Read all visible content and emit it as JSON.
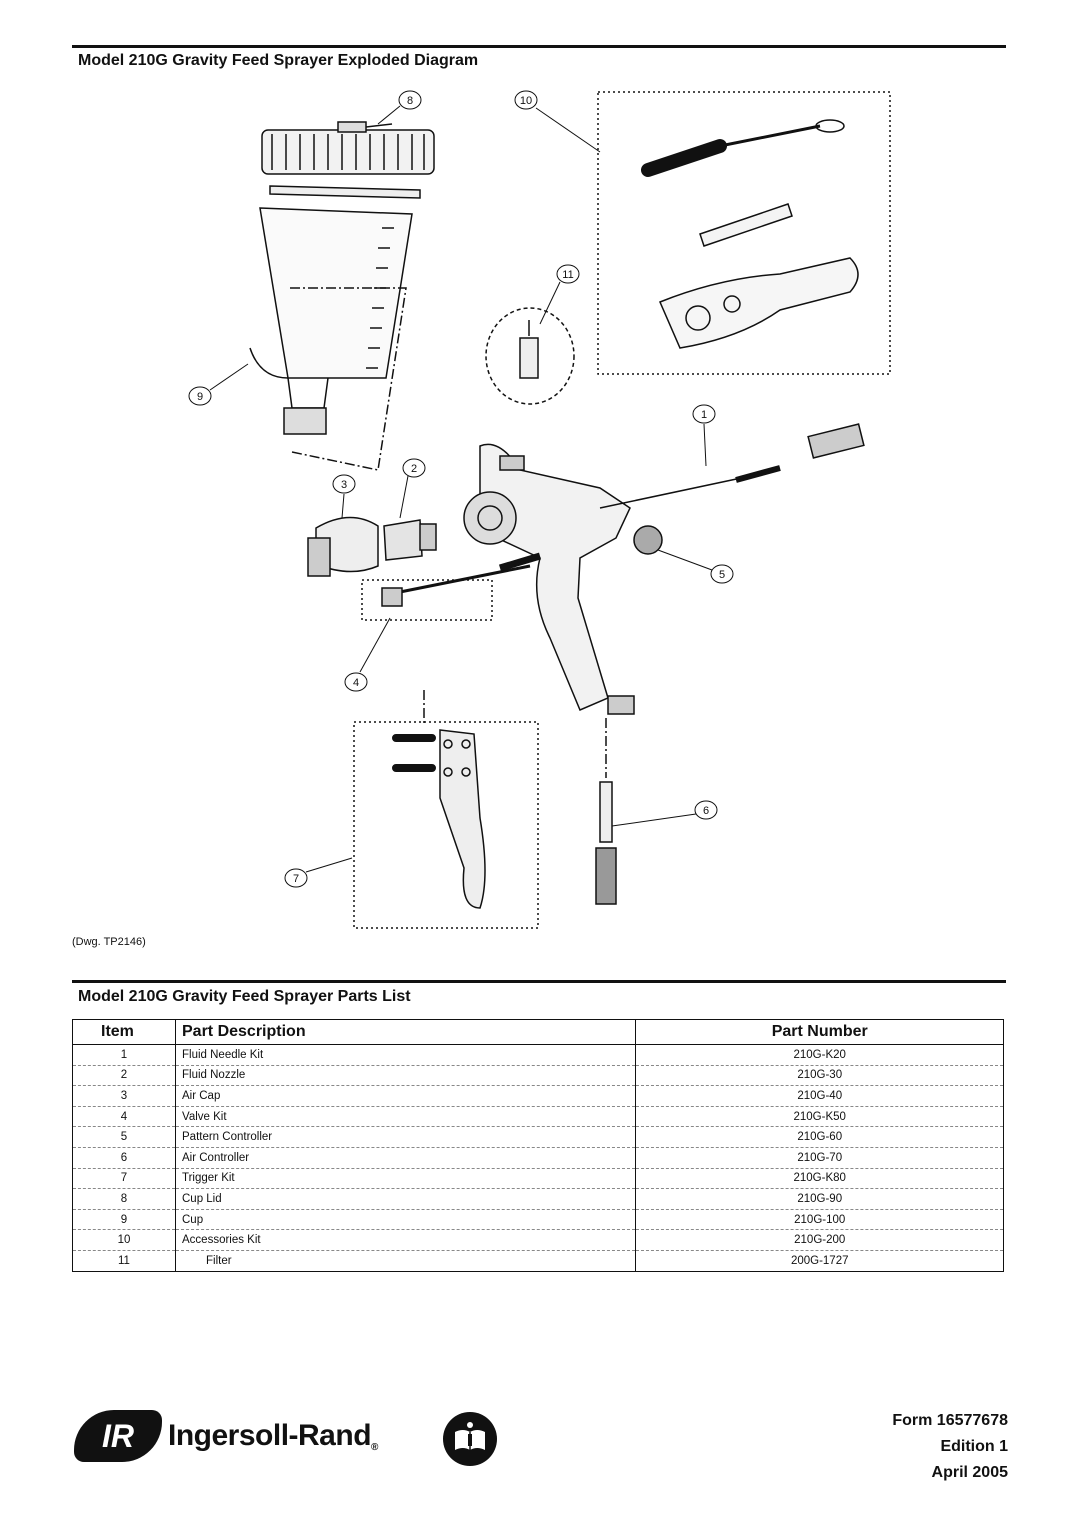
{
  "diagram_section": {
    "title": "Model 210G Gravity Feed Sprayer Exploded Diagram",
    "drawing_ref": "(Dwg. TP2146)",
    "callouts": [
      "1",
      "2",
      "3",
      "4",
      "5",
      "6",
      "7",
      "8",
      "9",
      "10",
      "11"
    ]
  },
  "parts_section": {
    "title": "Model 210G Gravity Feed Sprayer Parts List",
    "headers": {
      "item": "Item",
      "description": "Part Description",
      "number": "Part Number"
    },
    "rows": [
      {
        "item": "1",
        "description": "Fluid Needle Kit",
        "number": "210G-K20"
      },
      {
        "item": "2",
        "description": "Fluid Nozzle",
        "number": "210G-30"
      },
      {
        "item": "3",
        "description": "Air Cap",
        "number": "210G-40"
      },
      {
        "item": "4",
        "description": "Valve Kit",
        "number": "210G-K50"
      },
      {
        "item": "5",
        "description": "Pattern Controller",
        "number": "210G-60"
      },
      {
        "item": "6",
        "description": "Air Controller",
        "number": "210G-70"
      },
      {
        "item": "7",
        "description": "Trigger Kit",
        "number": "210G-K80"
      },
      {
        "item": "8",
        "description": "Cup Lid",
        "number": "210G-90"
      },
      {
        "item": "9",
        "description": "Cup",
        "number": "210G-100"
      },
      {
        "item": "10",
        "description": "Accessories Kit",
        "number": "210G-200"
      },
      {
        "item": "11",
        "description": "Filter",
        "number": "200G-1727"
      }
    ]
  },
  "footer": {
    "logo_mark": "IR",
    "brand": "Ingersoll-Rand",
    "form": "Form 16577678",
    "edition": "Edition 1",
    "date": "April 2005"
  }
}
